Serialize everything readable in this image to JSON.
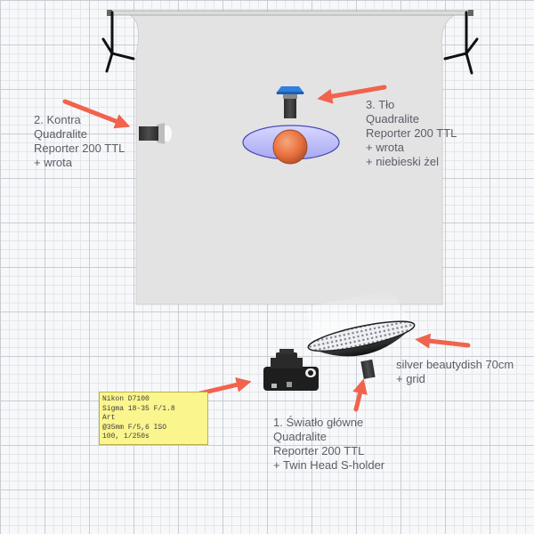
{
  "colors": {
    "arrow": "#f0634d",
    "backdrop": "#e3e3e4",
    "gel": "#2f7fe0",
    "note_bg": "#fbf58e"
  },
  "labels": {
    "kontra": [
      "2. Kontra",
      "Quadralite",
      "Reporter 200 TTL",
      "+ wrota"
    ],
    "tlo": [
      "3. Tło",
      "Quadralite",
      "Reporter 200 TTL",
      "+ wrota",
      "+ niebieski żel"
    ],
    "beautydish": [
      "silver beautydish 70cm",
      "+ grid"
    ],
    "glowne": [
      "1. Światło główne",
      "Quadralite",
      "Reporter 200 TTL",
      "+ Twin Head S-holder"
    ]
  },
  "camera_note": [
    "Nikon D7100",
    "Sigma 18-35 F/1.8",
    "Art",
    "@35mm F/5,6 ISO",
    "100, 1/250s"
  ]
}
